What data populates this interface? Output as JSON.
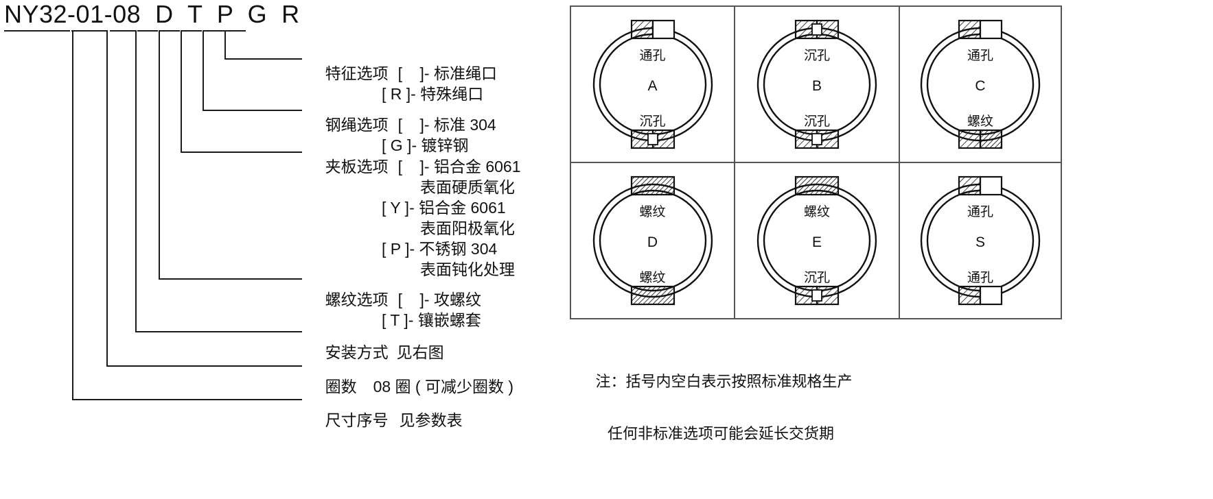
{
  "part_number": "NY32-01-08  D  T  P  G  R",
  "labels": [
    {
      "id": "feature-option",
      "title": "特征选项",
      "rows": [
        "[    ]- 标准绳口",
        "[ R ]- 特殊绳口"
      ]
    },
    {
      "id": "wire-rope-option",
      "title": "钢绳选项",
      "rows": [
        "[    ]- 标准 304",
        "[ G ]- 镀锌钢"
      ]
    },
    {
      "id": "clamp-plate-option",
      "title": "夹板选项",
      "rows": [
        "[    ]- 铝合金 6061",
        "表面硬质氧化",
        "[ Y ]- 铝合金 6061",
        "表面阳极氧化",
        "[ P ]- 不锈钢 304",
        "表面钝化处理"
      ]
    },
    {
      "id": "thread-option",
      "title": "螺纹选项",
      "rows": [
        "[    ]- 攻螺纹",
        "[ T ]- 镶嵌螺套"
      ]
    },
    {
      "id": "mounting-type",
      "title": "安装方式",
      "rows": [
        "见右图"
      ]
    },
    {
      "id": "coil-count",
      "title": "圈数",
      "rows": [
        "08 圈 ( 可减少圈数 )"
      ]
    },
    {
      "id": "size-serial",
      "title": "尺寸序号",
      "rows": [
        "见参数表"
      ]
    }
  ],
  "mounting_cells": [
    {
      "code": "A",
      "top": "通孔",
      "bottom": "沉孔"
    },
    {
      "code": "B",
      "top": "沉孔",
      "bottom": "沉孔"
    },
    {
      "code": "C",
      "top": "通孔",
      "bottom": "螺纹"
    },
    {
      "code": "D",
      "top": "螺纹",
      "bottom": "螺纹"
    },
    {
      "code": "E",
      "top": "螺纹",
      "bottom": "沉孔"
    },
    {
      "code": "S",
      "top": "通孔",
      "bottom": "通孔"
    }
  ],
  "note": {
    "line1": "注：括号内空白表示按照标准规格生产",
    "line2": "任何非标准选项可能会延长交货期"
  },
  "colors": {
    "line": "#1a1a1a",
    "border": "#555555",
    "text": "#111111"
  }
}
